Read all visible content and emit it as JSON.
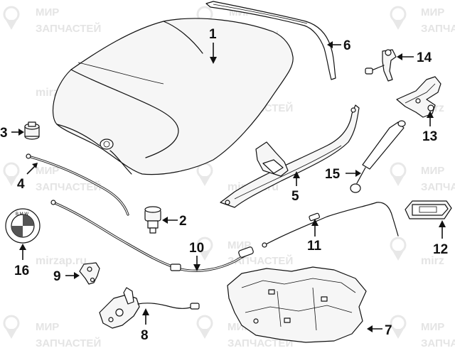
{
  "watermark": {
    "line1": "МИР",
    "line2": "ЗАПЧАСТЕЙ",
    "site": "mirzap.ru",
    "short": "mirz"
  },
  "callouts": {
    "c1": "1",
    "c2": "2",
    "c3": "3",
    "c4": "4",
    "c5": "5",
    "c6": "6",
    "c7": "7",
    "c8": "8",
    "c9": "9",
    "c10": "10",
    "c11": "11",
    "c12": "12",
    "c13": "13",
    "c14": "14",
    "c15": "15",
    "c16": "16"
  }
}
